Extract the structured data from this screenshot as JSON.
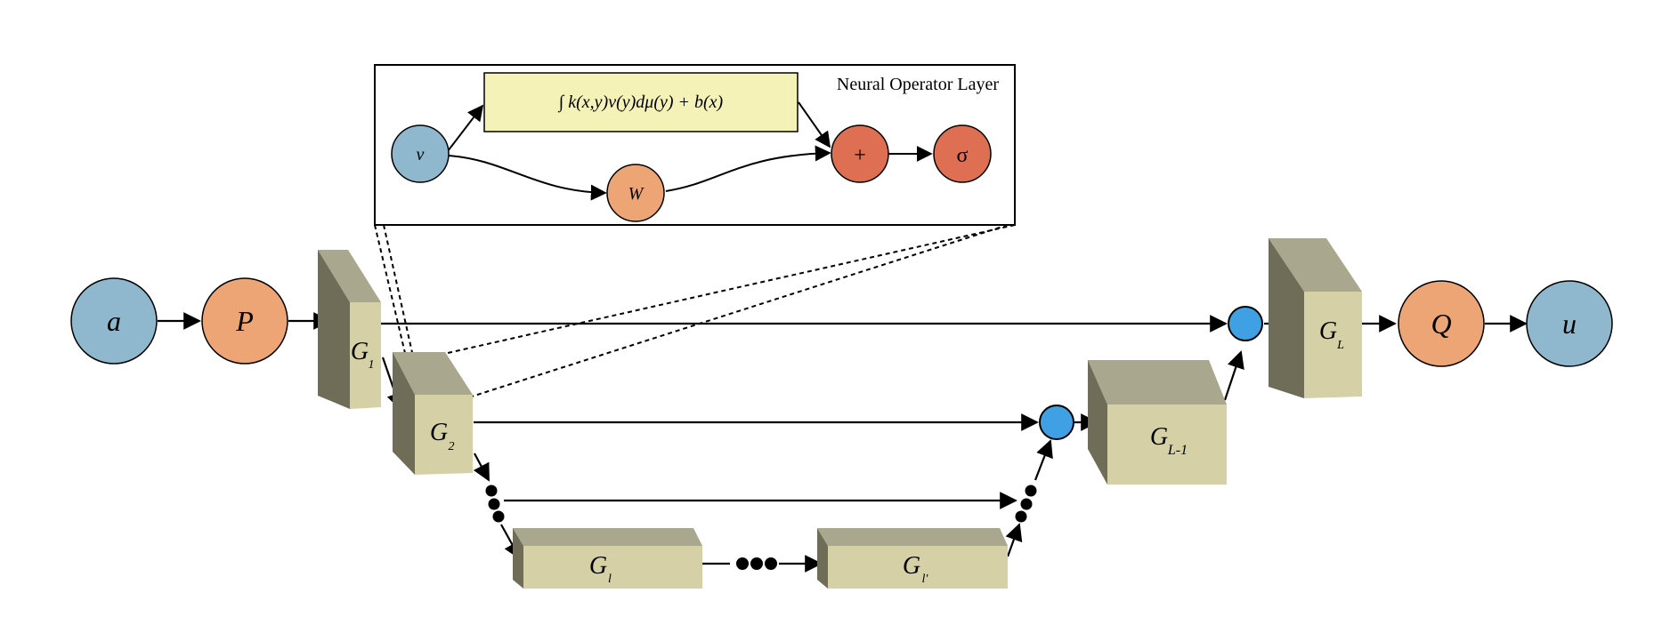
{
  "colors": {
    "input_blue": "#8fb8cf",
    "lift_orange": "#eea576",
    "op_red": "#df6f52",
    "merge_blue": "#3fa0e4",
    "block_face": "#d5d0a6",
    "block_side": "#6f6d57",
    "block_top": "#a9a88f",
    "kernel_fill": "#f5f2b8"
  },
  "nodes": {
    "a": "a",
    "P": "P",
    "Q": "Q",
    "u": "u"
  },
  "blocks": {
    "G1": {
      "main": "G",
      "sub": "1"
    },
    "G2": {
      "main": "G",
      "sub": "2"
    },
    "Gl": {
      "main": "G",
      "sub": "l"
    },
    "Glp": {
      "main": "G",
      "sub": "l'"
    },
    "GL1": {
      "main": "G",
      "sub": "L-1"
    },
    "GL": {
      "main": "G",
      "sub": "L"
    }
  },
  "inset": {
    "title": "Neural Operator Layer",
    "kernel_formula": "∫ k(x,y)v(y)dμ(y) + b(x)",
    "v": "v",
    "W": "W",
    "plus": "+",
    "sigma": "σ"
  }
}
